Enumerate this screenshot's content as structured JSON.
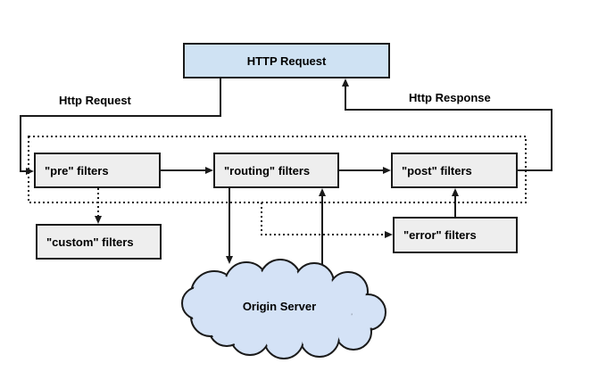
{
  "diagram": {
    "request_node": {
      "label": "HTTP Request"
    },
    "flow_labels": {
      "request": "Http Request",
      "response": "Http Response"
    },
    "filters": {
      "pre": {
        "label": "\"pre\" filters"
      },
      "routing": {
        "label": "\"routing\" filters"
      },
      "post": {
        "label": "\"post\" filters"
      },
      "custom": {
        "label": "\"custom\" filters"
      },
      "error": {
        "label": "\"error\" filters"
      }
    },
    "origin": {
      "label": "Origin Server"
    },
    "colors": {
      "request_fill": "#cfe2f3",
      "filter_fill": "#eeeeee",
      "cloud_fill": "#d4e2f6",
      "stroke": "#1a1a1a"
    }
  }
}
